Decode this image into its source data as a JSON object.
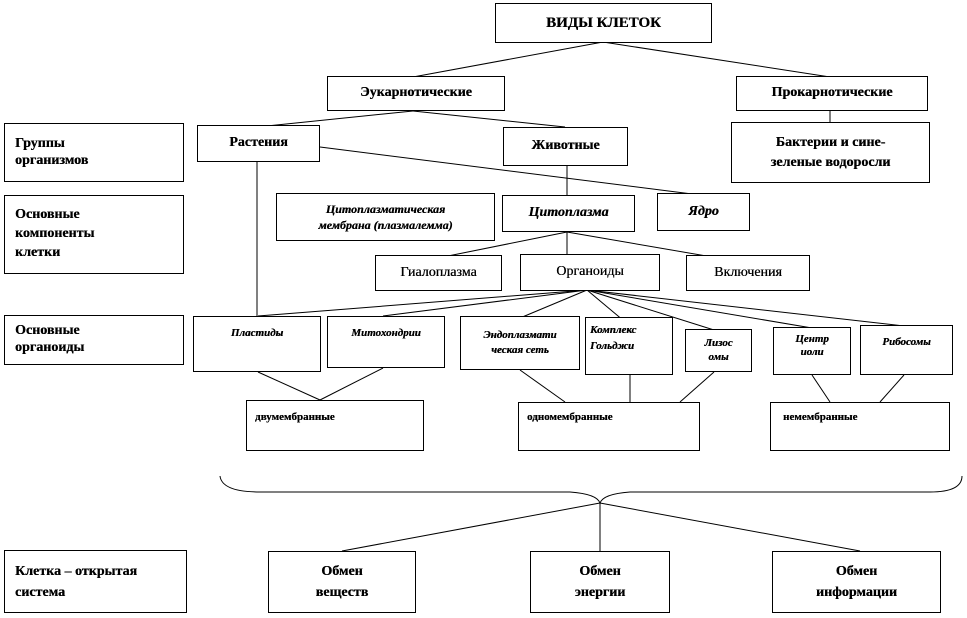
{
  "title": "ВИДЫ КЛЕТОК",
  "types": {
    "eukaryotic": "Эукарнотические",
    "prokaryotic": "Прокарнотические"
  },
  "organisms": {
    "plants": "Растения",
    "animals": "Животные",
    "bacteria": "Бактерии и сине-\nзеленые водоросли"
  },
  "components": {
    "membrane": "Цитоплазматическая\nмембрана (плазмалемма)",
    "cytoplasm": "Цитоплазма",
    "nucleus": "Ядро"
  },
  "cytoplasm_parts": {
    "hyaloplasm": "Гиалоплазма",
    "organoids": "Органоиды",
    "inclusions": "Включения"
  },
  "organelles": {
    "plastids": "Пластиды",
    "mitochondria": "Митохондрии",
    "er": "Эндоплазмати\nческая сеть",
    "golgi": "Комплекс\nГольджи",
    "lysosomes": "Лизос\nомы",
    "centrioles": "Центр\nиоли",
    "ribosomes": "Рибосомы"
  },
  "membrane_groups": {
    "double": "двумембранные",
    "single": "одномембранные",
    "none": "немембранные"
  },
  "left_labels": {
    "groups": "Группы\nорганизмов",
    "components": "Основные\nкомпоненты\nклетки",
    "organoids": "Основные\nорганоиды",
    "open_system": "Клетка – открытая\nсистема"
  },
  "exchange": {
    "matter": "Обмен\nвеществ",
    "energy": "Обмен\nэнергии",
    "information": "Обмен\nинформации"
  }
}
